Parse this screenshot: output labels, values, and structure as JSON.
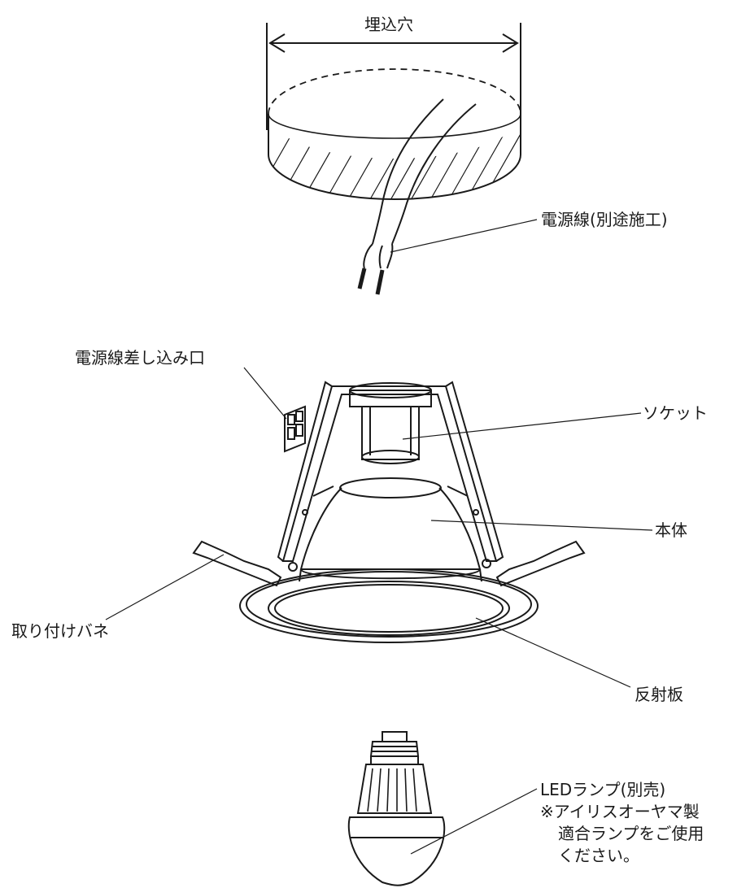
{
  "labels": {
    "hole": "埋込穴",
    "power_cable": "電源線(別途施工)",
    "power_inlet": "電源線差し込み口",
    "socket": "ソケット",
    "body": "本体",
    "spring": "取り付けバネ",
    "reflector": "反射板",
    "lamp": {
      "line1": "LEDランプ(別売)",
      "line2": "※アイリスオーヤマ製",
      "line3": "適合ランプをご使用",
      "line4": "ください。"
    }
  }
}
